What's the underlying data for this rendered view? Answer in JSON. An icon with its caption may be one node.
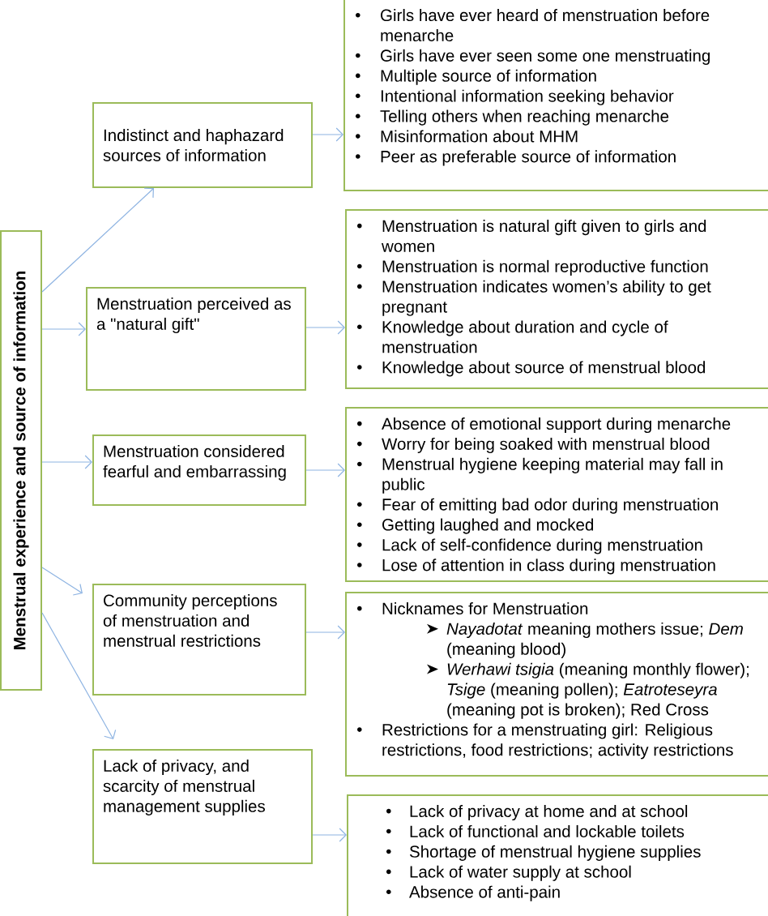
{
  "diagram": {
    "nodes": [
      {
        "text": [
          "Menstrual experience and source of information"
        ]
      },
      {
        "text": [
          "Indistinct and haphazard sources of information"
        ]
      },
      {
        "text": [
          "Girls have ever heard of menstruation before menarche",
          "Girls have ever seen some one menstruating",
          "Multiple source of information",
          "Intentional information seeking behavior",
          "Telling others when reaching menarche",
          "Misinformation about MHM",
          "Peer as preferable source of information"
        ]
      },
      {
        "text": [
          "Menstruation perceived as a \"natural gift\""
        ]
      },
      {
        "text": [
          "Menstruation is natural gift given to girls and women",
          "Menstruation is normal reproductive function",
          "Menstruation indicates women’s ability to get pregnant",
          "Knowledge about duration and cycle of menstruation",
          "Knowledge about source of menstrual blood"
        ]
      },
      {
        "text": [
          "Menstruation considered fearful and embarrassing"
        ]
      },
      {
        "text": [
          "Absence of emotional support during menarche",
          "Worry for being soaked with menstrual blood",
          "Menstrual hygiene keeping material may fall in public",
          "Fear of emitting bad odor during menstruation",
          "Getting laughed and mocked",
          "Lack of self-confidence during menstruation",
          "Lose of attention in class during menstruation"
        ]
      },
      {
        "text": [
          "Community perceptions of menstruation and menstrual restrictions"
        ]
      },
      {
        "text": [
          "Nicknames for Menstruation",
          "*Nayadotat* meaning mothers issue; *Dem* (meaning blood)",
          "*Werhawi tsigia* (meaning monthly flower); *Tsige* (meaning pollen); *Eatroteseyra* (meaning pot is broken); Red Cross",
          "Restrictions for a menstruating girl: Religious restrictions, food restrictions; activity restrictions"
        ]
      },
      {
        "text": [
          "Lack of privacy, and scarcity of menstrual management supplies"
        ]
      },
      {
        "text": [
          "Lack of privacy at home and at school",
          "Lack of functional and lockable toilets",
          "Shortage of menstrual hygiene supplies",
          "Lack of water supply at school",
          "Absence of anti-pain"
        ]
      }
    ],
    "edges": [
      {
        "from": 0,
        "to": 1,
        "arrow": "to"
      },
      {
        "from": 0,
        "to": 3,
        "arrow": "to"
      },
      {
        "from": 0,
        "to": 5,
        "arrow": "to"
      },
      {
        "from": 0,
        "to": 7,
        "arrow": "to"
      },
      {
        "from": 0,
        "to": 9,
        "arrow": "to"
      },
      {
        "from": 1,
        "to": 2,
        "arrow": "to"
      },
      {
        "from": 3,
        "to": 4,
        "arrow": "to"
      },
      {
        "from": 5,
        "to": 6,
        "arrow": "to"
      },
      {
        "from": 7,
        "to": 8,
        "arrow": "to"
      },
      {
        "from": 9,
        "to": 10,
        "arrow": "to"
      }
    ]
  }
}
